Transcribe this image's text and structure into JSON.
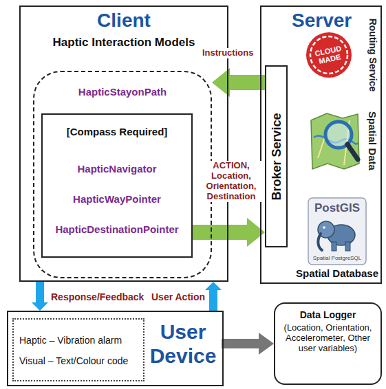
{
  "diagram": {
    "nodes": [
      {
        "text": [
          "Client",
          "Haptic Interaction Models"
        ]
      },
      {
        "text": [
          "HapticStayonPath"
        ],
        "in": 0
      },
      {
        "text": [
          "[Compass Required]",
          "HapticNavigator",
          "HapticWayPointer",
          "HapticDestinationPointer"
        ],
        "in": 1
      },
      {
        "text": [
          "Server"
        ]
      },
      {
        "text": [
          "Broker Service"
        ],
        "in": 3
      },
      {
        "text": [
          "User Device"
        ]
      },
      {
        "text": [
          "Haptic – Vibration alarm",
          "Visual – Text/Colour code"
        ],
        "in": 5
      },
      {
        "text": [
          "Data Logger",
          "(Location, Orientation, Accelerometer, Other user variables)"
        ]
      }
    ],
    "edges": [
      {
        "from": 4,
        "to": 1,
        "label": "Instructions",
        "arrow": "to"
      },
      {
        "from": 2,
        "to": 4,
        "label": "ACTION, Location, Orientation, Destination",
        "arrow": "to"
      },
      {
        "from": 0,
        "to": 5,
        "label": "Response/Feedback",
        "arrow": "to"
      },
      {
        "from": 5,
        "to": 0,
        "label": "User Action",
        "arrow": "to"
      },
      {
        "from": 5,
        "to": 7,
        "arrow": "to"
      }
    ],
    "labels": [
      "Routing Service",
      "CLOUD MADE",
      "Spatial Data",
      "PostGIS",
      "Spatial PostgreSQL",
      "Spatial Database"
    ]
  }
}
